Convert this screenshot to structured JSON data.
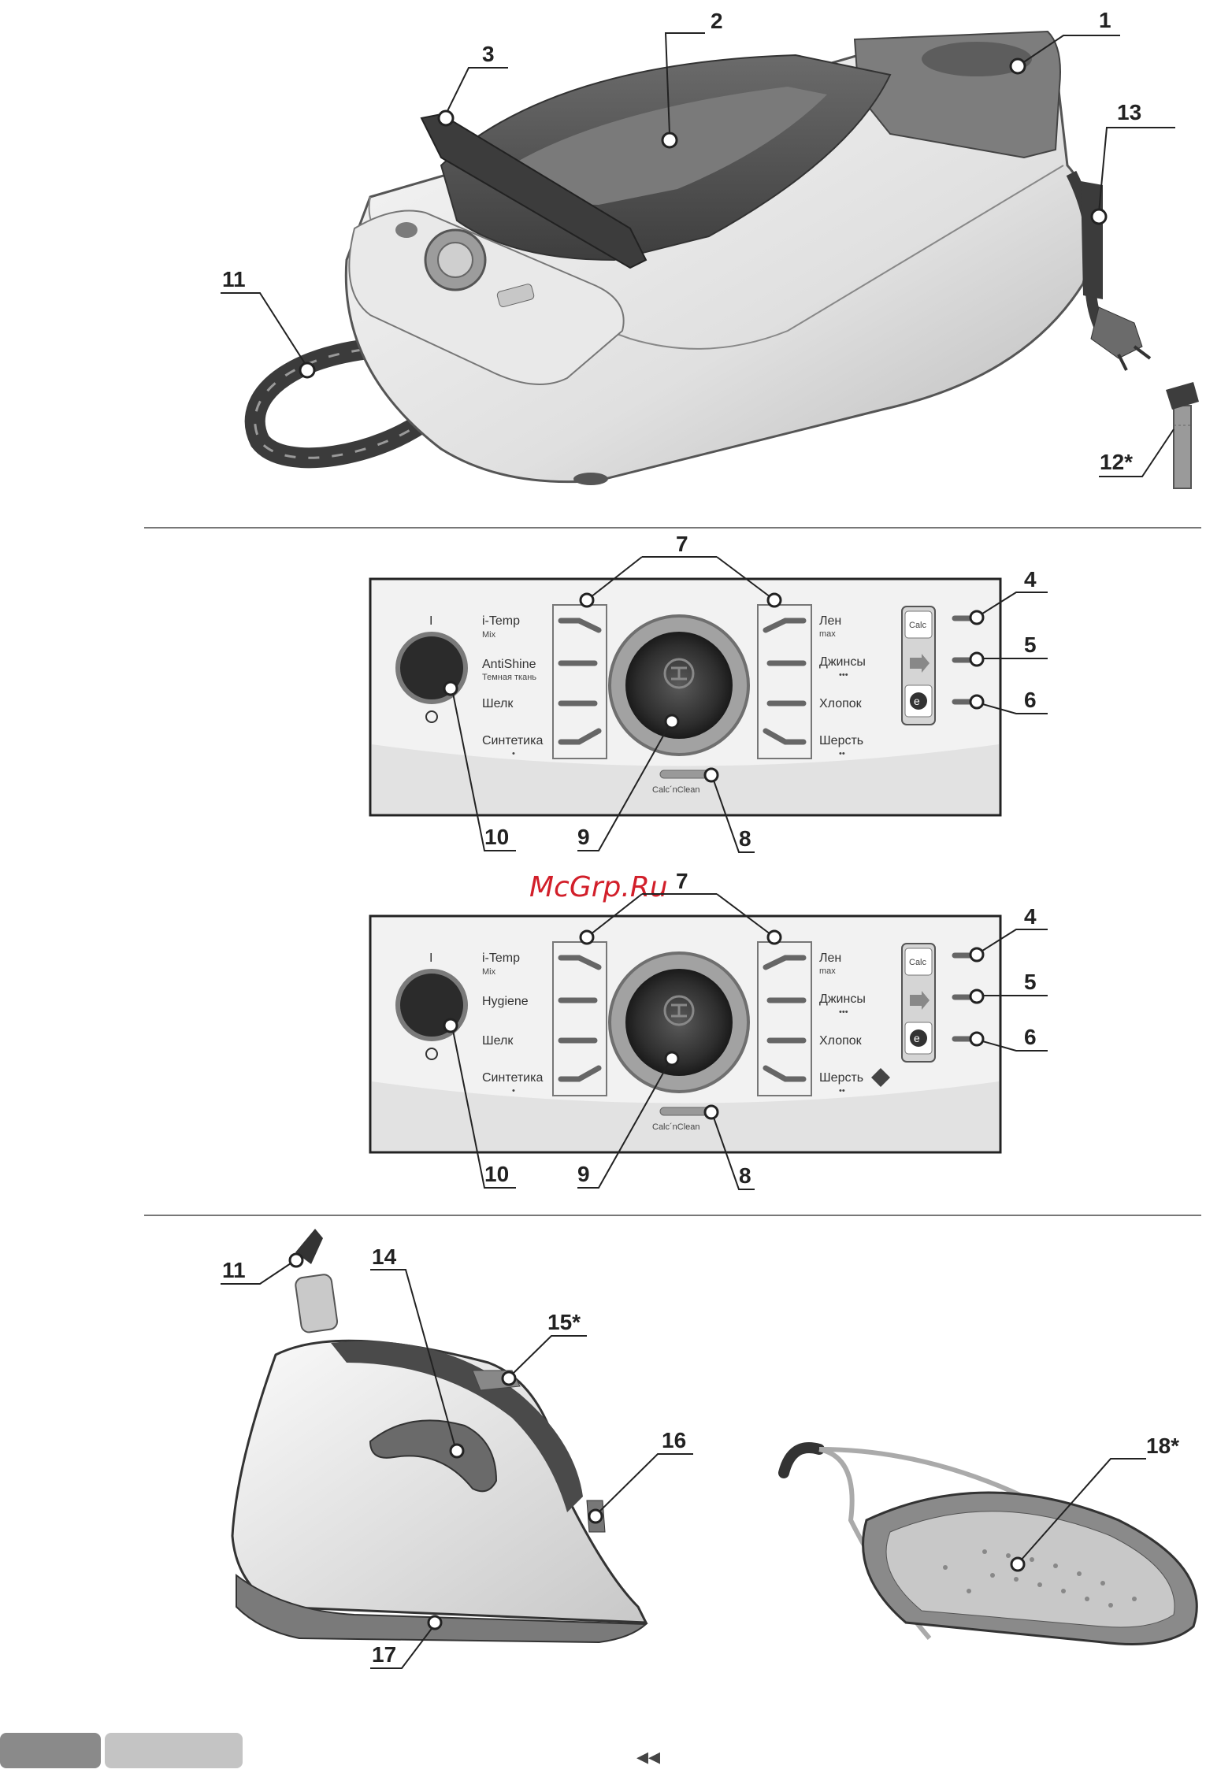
{
  "callouts": {
    "n1": "1",
    "n2": "2",
    "n3": "3",
    "n11a": "11",
    "n13": "13",
    "n12": "12*",
    "p1_7": "7",
    "p1_4": "4",
    "p1_5": "5",
    "p1_6": "6",
    "p1_10": "10",
    "p1_9": "9",
    "p1_8": "8",
    "p2_7": "7",
    "p2_4": "4",
    "p2_5": "5",
    "p2_6": "6",
    "p2_10": "10",
    "p2_9": "9",
    "p2_8": "8",
    "n11b": "11",
    "n14": "14",
    "n15": "15*",
    "n16": "16",
    "n17": "17",
    "n18": "18*"
  },
  "panel1": {
    "power_on": "I",
    "left": [
      {
        "label": "i-Temp",
        "sub": "Mix"
      },
      {
        "label": "AntiShine",
        "sub": "Темная ткань"
      },
      {
        "label": "Шелк",
        "sub": ""
      },
      {
        "label": "Синтетика",
        "sub": "•"
      }
    ],
    "right": [
      {
        "label": "Лен",
        "sub": "max"
      },
      {
        "label": "Джинсы",
        "sub": "•••"
      },
      {
        "label": "Хлопок",
        "sub": ""
      },
      {
        "label": "Шерсть",
        "sub": "••"
      }
    ],
    "calc_label": "Calc",
    "eco_label": "e",
    "clean_label": "Calc´nClean"
  },
  "panel2": {
    "power_on": "I",
    "left": [
      {
        "label": "i-Temp",
        "sub": "Mix"
      },
      {
        "label": "Hygiene",
        "sub": ""
      },
      {
        "label": "Шелк",
        "sub": ""
      },
      {
        "label": "Синтетика",
        "sub": "•"
      }
    ],
    "right": [
      {
        "label": "Лен",
        "sub": "max"
      },
      {
        "label": "Джинсы",
        "sub": "•••"
      },
      {
        "label": "Хлопок",
        "sub": ""
      },
      {
        "label": "Шерсть",
        "sub": "••"
      }
    ],
    "calc_label": "Calc",
    "eco_label": "e",
    "clean_label": "Calc´nClean"
  },
  "watermark": "McGrp.Ru",
  "footer": {
    "page_marker": "◂◂"
  },
  "colors": {
    "ink": "#222222",
    "panel_bg": "#f2f2f2",
    "dark": "#505050",
    "watermark": "#d21f2a",
    "tab_dark": "#8a8a8a",
    "tab_light": "#c4c4c4"
  }
}
